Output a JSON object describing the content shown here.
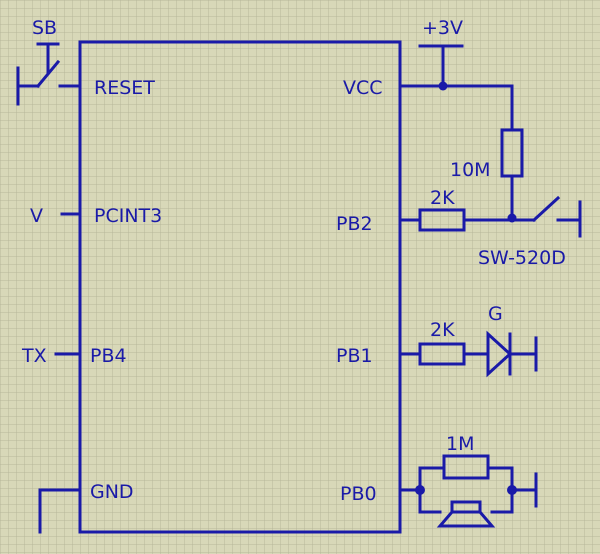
{
  "diagram": {
    "pins_left": {
      "reset": "RESET",
      "pcint3": "PCINT3",
      "pb4": "PB4",
      "gnd": "GND"
    },
    "pins_right": {
      "vcc": "VCC",
      "pb2": "PB2",
      "pb1": "PB1",
      "pb0": "PB0"
    },
    "nets": {
      "switch": "SB",
      "v": "V",
      "tx": "TX",
      "supply": "+3V"
    },
    "components": {
      "r_10m": "10M",
      "r_2k_pb2": "2K",
      "r_2k_pb1": "2K",
      "r_1m": "1M",
      "sensor": "SW-520D",
      "led": "G"
    },
    "colors": {
      "background": "#d8d8b8",
      "grid": "#b7b79a",
      "wire": "#1a1aa8"
    }
  }
}
